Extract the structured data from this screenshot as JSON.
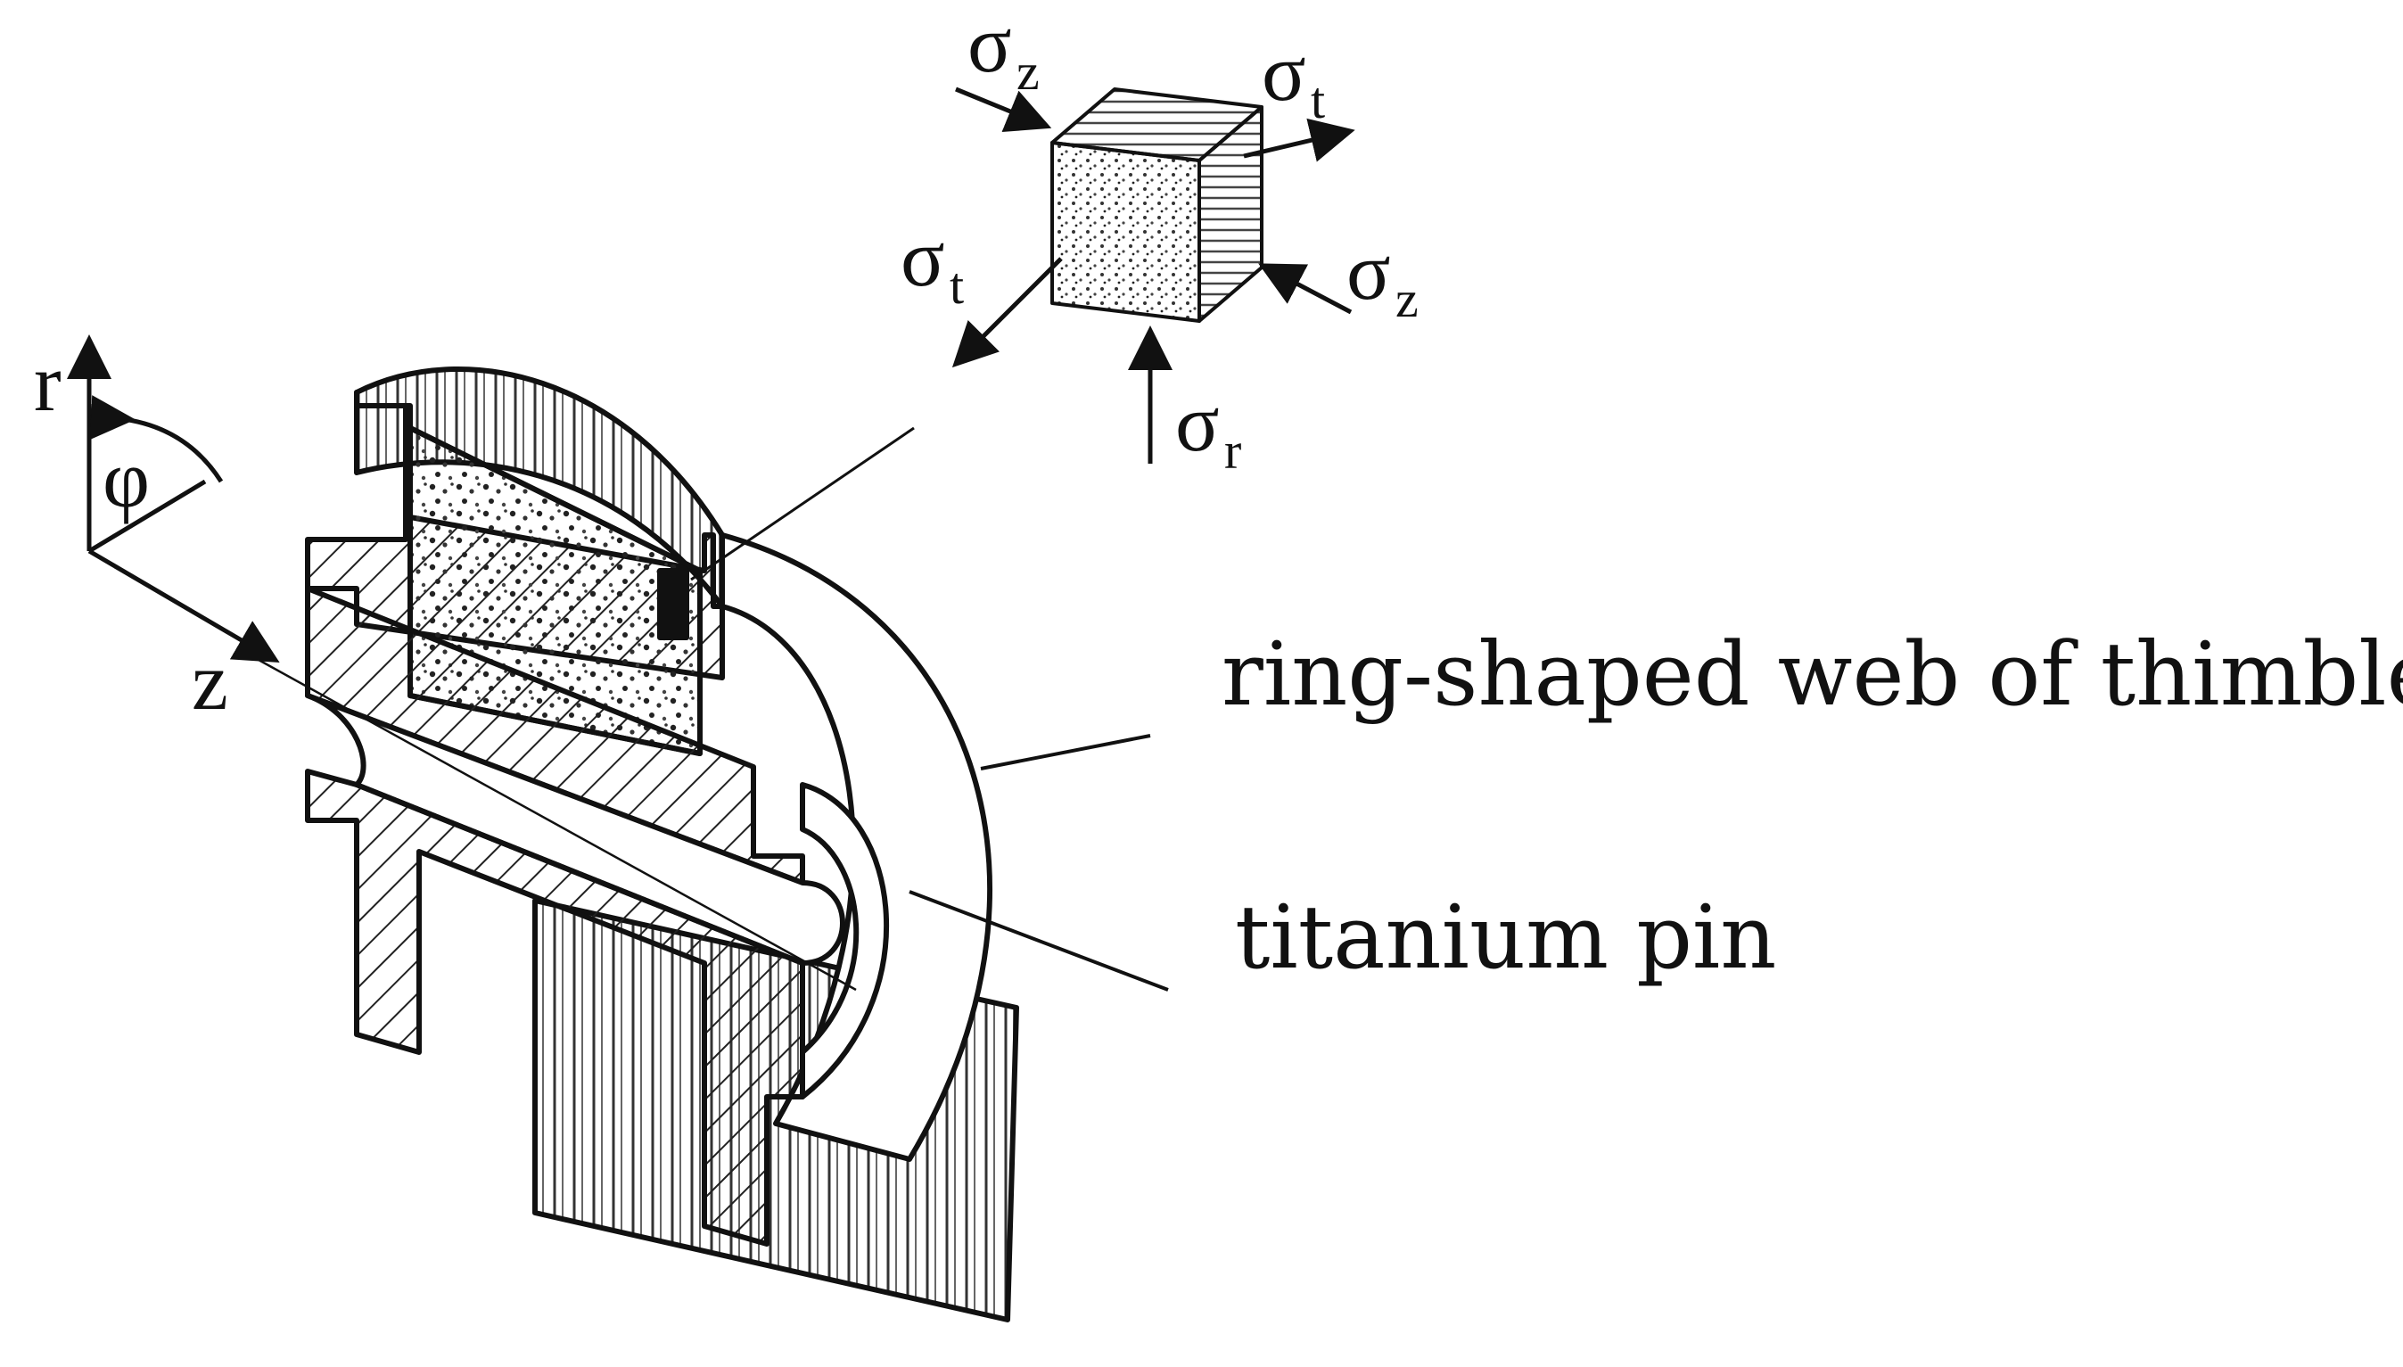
{
  "labels": {
    "ring_web": "ring-shaped web of thimble",
    "titanium_pin": "titanium pin"
  },
  "axes": {
    "r": "r",
    "phi": "φ",
    "z": "z"
  },
  "stresses": {
    "sigma": "σ",
    "sub_z": "z",
    "sub_t": "t",
    "sub_r": "r"
  }
}
